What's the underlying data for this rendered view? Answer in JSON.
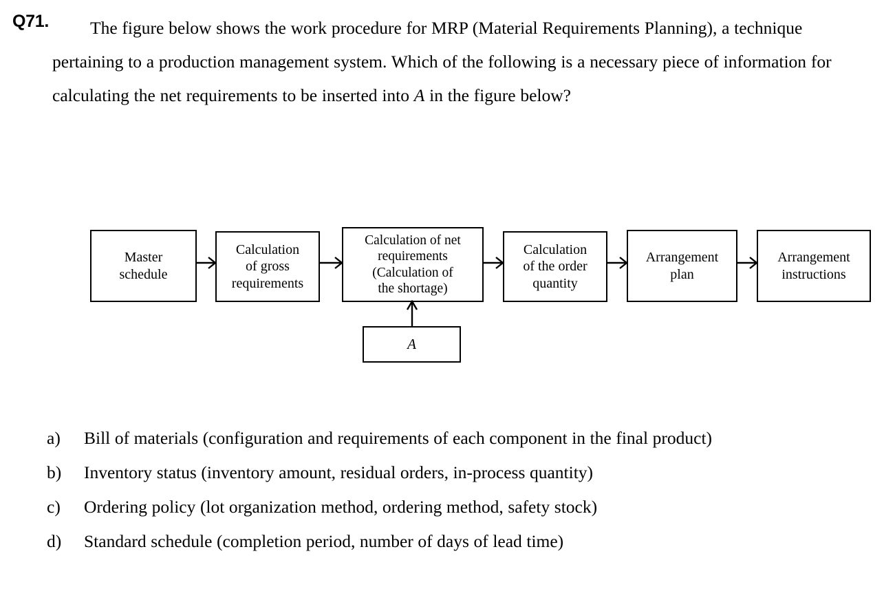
{
  "question": {
    "number": "Q71.",
    "text_before_var": "The figure below shows the work procedure for MRP (Material Requirements Planning), a technique pertaining to a production management system. Which of the following is a necessary piece of information for calculating the net requirements to be inserted into ",
    "variable": "A",
    "text_after_var": " in the figure below?"
  },
  "diagram": {
    "type": "flowchart",
    "orientation": "left-to-right",
    "nodes": [
      {
        "id": "master",
        "label": "Master\nschedule"
      },
      {
        "id": "gross",
        "label": "Calculation\nof gross\nrequirements"
      },
      {
        "id": "net",
        "label": "Calculation of net\nrequirements\n(Calculation of\nthe shortage)"
      },
      {
        "id": "order",
        "label": "Calculation\nof the order\nquantity"
      },
      {
        "id": "plan",
        "label": "Arrangement\nplan"
      },
      {
        "id": "instructions",
        "label": "Arrangement\ninstructions"
      },
      {
        "id": "a",
        "label": "A"
      }
    ],
    "edges": [
      {
        "from": "master",
        "to": "gross",
        "direction": "right"
      },
      {
        "from": "gross",
        "to": "net",
        "direction": "right"
      },
      {
        "from": "net",
        "to": "order",
        "direction": "right"
      },
      {
        "from": "order",
        "to": "plan",
        "direction": "right"
      },
      {
        "from": "plan",
        "to": "instructions",
        "direction": "right"
      },
      {
        "from": "a",
        "to": "net",
        "direction": "up"
      }
    ],
    "line_color": "#000000",
    "fill_color": "#ffffff"
  },
  "options": [
    {
      "marker": "a)",
      "text": "Bill of materials (configuration and requirements of each component in the final product)"
    },
    {
      "marker": "b)",
      "text": "Inventory status (inventory amount, residual orders, in-process quantity)"
    },
    {
      "marker": "c)",
      "text": "Ordering policy (lot organization method, ordering method, safety stock)"
    },
    {
      "marker": "d)",
      "text": "Standard schedule (completion period, number of days of lead time)"
    }
  ]
}
